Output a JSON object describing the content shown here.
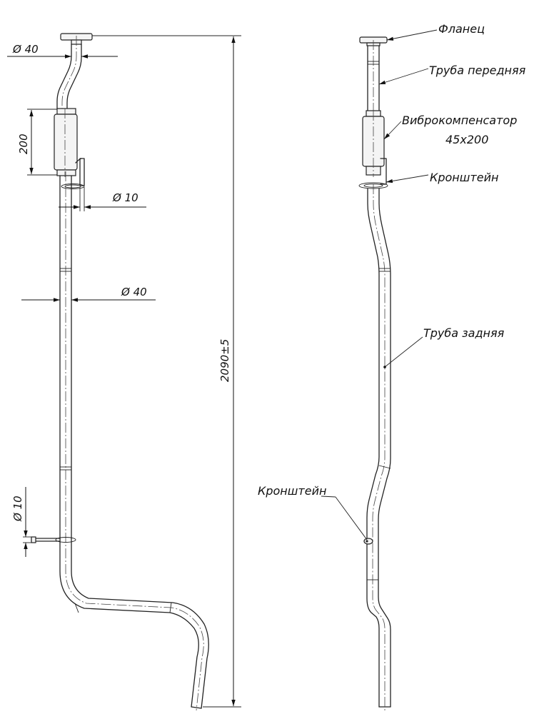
{
  "dimensions": {
    "flange_diameter": "Ø 40",
    "compensator_length": "200",
    "bracket_rod_top": "Ø 10",
    "pipe_diameter": "Ø 40",
    "bracket_rod_bottom": "Ø 10",
    "overall_length": "2090±5"
  },
  "callouts": {
    "flange": "Фланец",
    "front_pipe": "Труба передняя",
    "compensator_line1": "Виброкомпенсатор",
    "compensator_line2": "45х200",
    "bracket_top": "Кронштейн",
    "rear_pipe": "Труба задняя",
    "bracket_bottom": "Кронштейн"
  },
  "colors": {
    "line": "#222222",
    "background": "#ffffff"
  }
}
